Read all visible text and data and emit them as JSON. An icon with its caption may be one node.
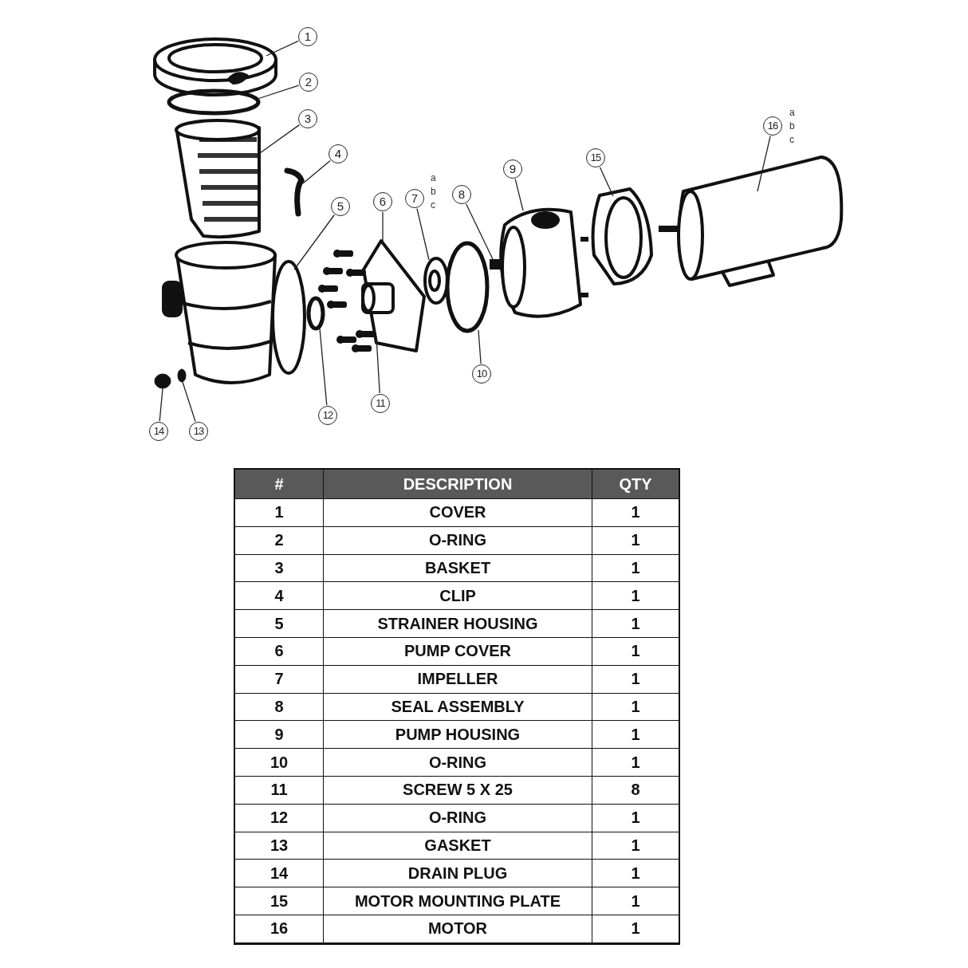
{
  "diagram": {
    "nodes": [
      {
        "text": [
          "1"
        ]
      },
      {
        "text": [
          "2"
        ]
      },
      {
        "text": [
          "3"
        ]
      },
      {
        "text": [
          "4"
        ]
      },
      {
        "text": [
          "5"
        ]
      },
      {
        "text": [
          "6"
        ]
      },
      {
        "text": [
          "7"
        ],
        "beside": [
          "a",
          "b",
          "c"
        ]
      },
      {
        "text": [
          "8"
        ]
      },
      {
        "text": [
          "9"
        ]
      },
      {
        "text": [
          "10"
        ]
      },
      {
        "text": [
          "11"
        ]
      },
      {
        "text": [
          "12"
        ]
      },
      {
        "text": [
          "13"
        ]
      },
      {
        "text": [
          "14"
        ]
      },
      {
        "text": [
          "15"
        ]
      },
      {
        "text": [
          "16"
        ],
        "beside": [
          "a",
          "b",
          "c"
        ]
      },
      {
        "text": [],
        "shape": "picture"
      },
      {
        "text": [],
        "shape": "circle"
      },
      {
        "text": [],
        "shape": "picture"
      },
      {
        "text": [],
        "shape": "picture"
      },
      {
        "text": [],
        "shape": "picture"
      },
      {
        "text": [],
        "shape": "picture"
      },
      {
        "text": [],
        "shape": "picture"
      },
      {
        "text": [],
        "shape": "bar"
      },
      {
        "text": [],
        "shape": "picture"
      },
      {
        "text": [],
        "shape": "circle"
      },
      {
        "text": [],
        "shape": "picture"
      },
      {
        "text": [],
        "shape": "circle"
      },
      {
        "text": [],
        "shape": "circle"
      },
      {
        "text": [],
        "shape": "circle"
      },
      {
        "text": [],
        "shape": "picture"
      },
      {
        "text": [],
        "shape": "picture"
      }
    ],
    "edges": [
      {
        "from": 0,
        "to": 16,
        "arrow": "none"
      },
      {
        "from": 1,
        "to": 17,
        "arrow": "none"
      },
      {
        "from": 2,
        "to": 18,
        "arrow": "none"
      },
      {
        "from": 3,
        "to": 19,
        "arrow": "none"
      },
      {
        "from": 4,
        "to": 20,
        "arrow": "none"
      },
      {
        "from": 5,
        "to": 21,
        "arrow": "none"
      },
      {
        "from": 6,
        "to": 22,
        "arrow": "none"
      },
      {
        "from": 7,
        "to": 23,
        "arrow": "none"
      },
      {
        "from": 8,
        "to": 24,
        "arrow": "none"
      },
      {
        "from": 9,
        "to": 25,
        "arrow": "none"
      },
      {
        "from": 10,
        "to": 26,
        "arrow": "none"
      },
      {
        "from": 11,
        "to": 27,
        "arrow": "none"
      },
      {
        "from": 12,
        "to": 28,
        "arrow": "none"
      },
      {
        "from": 13,
        "to": 29,
        "arrow": "none"
      },
      {
        "from": 14,
        "to": 30,
        "arrow": "none"
      },
      {
        "from": 15,
        "to": 31,
        "arrow": "none"
      }
    ],
    "labels": [
      "#",
      "DESCRIPTION",
      "QTY",
      "1",
      "COVER",
      "1",
      "2",
      "O-RING",
      "1",
      "3",
      "BASKET",
      "1",
      "4",
      "CLIP",
      "1",
      "5",
      "STRAINER HOUSING",
      "1",
      "6",
      "PUMP COVER",
      "1",
      "7",
      "IMPELLER",
      "1",
      "8",
      "SEAL ASSEMBLY",
      "1",
      "9",
      "PUMP HOUSING",
      "1",
      "10",
      "O-RING",
      "1",
      "11",
      "SCREW 5 X 25",
      "8",
      "12",
      "O-RING",
      "1",
      "13",
      "GASKET",
      "1",
      "14",
      "DRAIN PLUG",
      "1",
      "15",
      "MOTOR MOUNTING PLATE",
      "1",
      "16",
      "MOTOR",
      "1"
    ]
  }
}
